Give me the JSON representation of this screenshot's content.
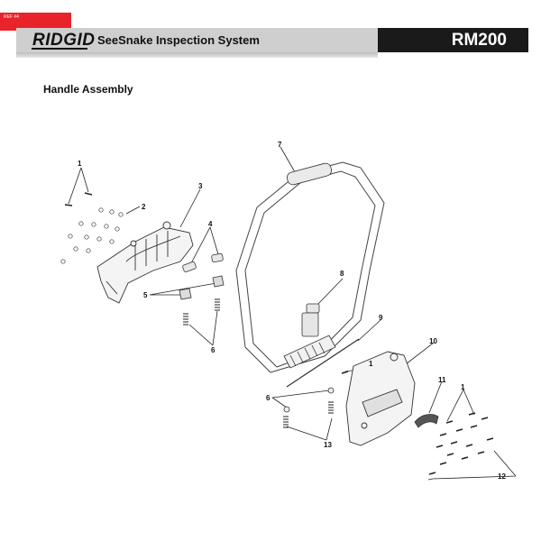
{
  "ref_tag": "REF #4",
  "header": {
    "brand": "RIDGID",
    "product": "SeeSnake Inspection System",
    "model": "RM200"
  },
  "section_title": "Handle Assembly",
  "callouts": [
    {
      "id": "c1a",
      "label": "1"
    },
    {
      "id": "c2",
      "label": "2"
    },
    {
      "id": "c3",
      "label": "3"
    },
    {
      "id": "c4",
      "label": "4"
    },
    {
      "id": "c5",
      "label": "5"
    },
    {
      "id": "c6a",
      "label": "6"
    },
    {
      "id": "c7",
      "label": "7"
    },
    {
      "id": "c8",
      "label": "8"
    },
    {
      "id": "c9",
      "label": "9"
    },
    {
      "id": "c1b",
      "label": "1"
    },
    {
      "id": "c10",
      "label": "10"
    },
    {
      "id": "c11",
      "label": "11"
    },
    {
      "id": "c1c",
      "label": "1"
    },
    {
      "id": "c6b",
      "label": "6"
    },
    {
      "id": "c13",
      "label": "13"
    },
    {
      "id": "c12",
      "label": "12"
    }
  ]
}
